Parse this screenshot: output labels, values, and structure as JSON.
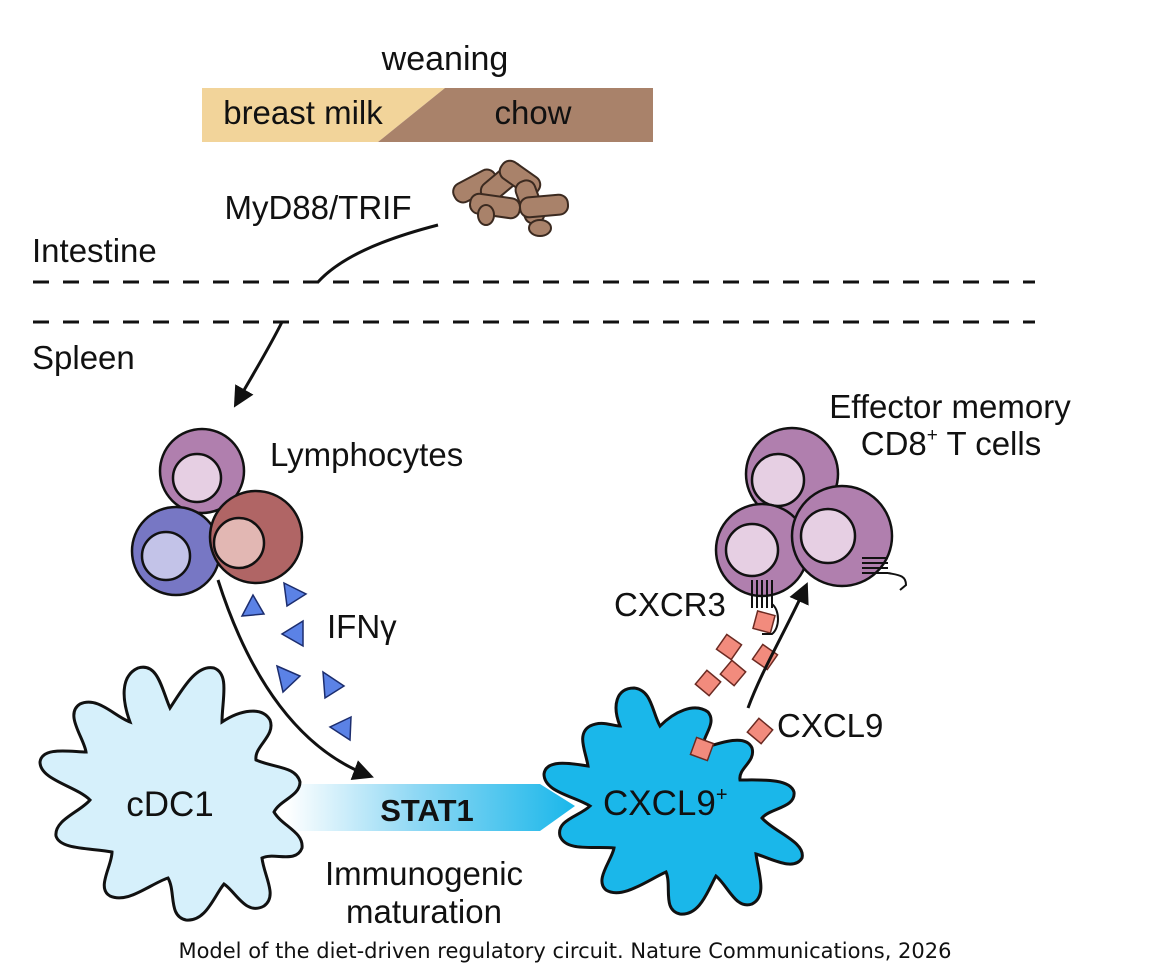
{
  "diet": {
    "title": "weaning",
    "left_label": "breast milk",
    "right_label": "chow",
    "colors": {
      "breast_milk": "#f2d49a",
      "chow": "#a9826a"
    }
  },
  "pathway": {
    "adaptor_label": "MyD88/TRIF"
  },
  "compartments": {
    "top": "Intestine",
    "bottom": "Spleen"
  },
  "cells": {
    "lymphocytes": "Lymphocytes",
    "cytokine": "IFNγ",
    "cdc1": "cDC1",
    "stat1": "STAT1",
    "maturation_line1": "Immunogenic",
    "maturation_line2": "maturation",
    "cxcl9_cell_base": "CXCL9",
    "cxcl9_cell_sup": "+",
    "receptor": "CXCR3",
    "chemokine": "CXCL9",
    "tcells_line1": "Effector memory",
    "tcells_line2_base": "CD8",
    "tcells_line2_sup": "+",
    "tcells_line2_rest": " T cells"
  },
  "caption": "Model of the diet-driven regulatory circuit. Nature Communications, 2026",
  "colors": {
    "cdc1_fill": "#d6f0fb",
    "cxcl9_cell_fill": "#1ab7ea",
    "ifng_fill": "#5b82e6",
    "cxcl9_fill": "#f28b7d",
    "tcell_fill": "#b07fae",
    "tcell_nucleus": "#e6cfe3"
  }
}
